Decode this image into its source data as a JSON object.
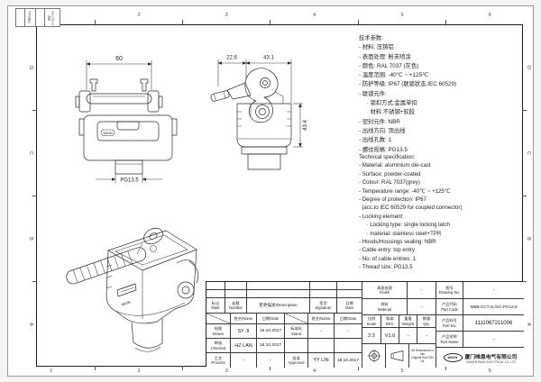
{
  "sheet": {
    "grid_columns": [
      "1",
      "2",
      "3",
      "4",
      "5",
      "6"
    ],
    "grid_rows": [
      "D",
      "C",
      "B",
      "A"
    ],
    "corner_block": {
      "date_label": "日期/Date",
      "code_label": "图号\nDrwg.Code"
    }
  },
  "views": {
    "front": {
      "dim_width": "60",
      "dim_thread": "PG13.5",
      "logo": "WAIN"
    },
    "side": {
      "dim_left": "22.6",
      "dim_right": "43.1",
      "dim_height": "43.4"
    },
    "iso": {
      "logo": "WAIN"
    }
  },
  "specs": {
    "cn": [
      "技术参数:",
      "- 材料: 压铸铝",
      "- 表面处理: 粉末喷涂",
      "- 颜色: RAL 7037 (灰色)",
      "- 温度范围: -40℃ ~ +125℃",
      "- 防护等级: IP67 (联锁状态,IEC 60529)",
      "- 联锁元件:",
      "     · 锁扣方式:金属单扣",
      "     · 材料:不锈钢+软胶",
      "- 密封元件: NBR",
      "- 出线方向: 顶出线",
      "- 出线孔数: 1",
      "- 螺纹规格: PG13.5"
    ],
    "en": [
      "Technical specification:",
      "- Material: aluminium die-cast",
      "- Surface: powder-coated",
      "- Colour: RAL 7037(grey)",
      "- Temperature range: -40℃ ~ +125℃",
      "- Degree of protection: IP67",
      "  (acc.to IEC 60529 for coupled connector)",
      "- Locking element:",
      "     · Locking type: single locking latch",
      "     · material: stainless steel+TPR",
      "- Hoods/Housings sealing: NBR",
      "- Cable entry: top entry",
      "- No. of cable entries: 1",
      "- Thread size: PG13.5"
    ]
  },
  "titleblock": {
    "rev_table": {
      "mark": "标记\nMark",
      "number": "处数\nNumber",
      "description": "变更描述/Description",
      "signature": "签字\nSignature",
      "date": "日期\nDate"
    },
    "sub": {
      "name": "姓名/Name",
      "date": "日期/Date"
    },
    "rows": {
      "drawn": {
        "label": "绘图\nDrawn",
        "name": "SY JI",
        "date": "18.10.2017"
      },
      "checked": {
        "label": "审核\nChecked",
        "name": "HZ LAN",
        "date": "18.10.2017"
      },
      "process": {
        "label": "工艺\nProcess",
        "name": "-",
        "date": "-"
      },
      "stand": {
        "label": "标准化\nStand",
        "name": "-",
        "date": "-"
      },
      "approved": {
        "label": "批准\nApproved",
        "name": "YY LIN",
        "date": "18.10.2017"
      }
    },
    "info": {
      "finish": {
        "label": "表面处理\nFinish",
        "value": "-"
      },
      "material": {
        "label": "材料\nMaterial",
        "value": "-"
      },
      "scale": {
        "label": "比例\nScale",
        "value": "2:3"
      },
      "revision": {
        "label": "版本\nREV.",
        "value": "V1.0"
      },
      "weight": {
        "label": "重量\nWeight",
        "value": "-"
      },
      "qty": {
        "label": "数量\nQty.",
        "value": "-"
      },
      "drawing_no": {
        "label": "图号\nDrawing No.",
        "value": "-"
      },
      "part_code": {
        "label": "产品代码\nPart Code",
        "value": "W6B-CCT-1L/SC-PG13.5"
      },
      "part_no": {
        "label": "产品料号\nPart No.",
        "value": "1111067211006"
      },
      "part_name": {
        "label": "产品名称\nPart Name",
        "value": "-"
      }
    },
    "note": "All Dimensions in mm\nOriginal Size DIN A4",
    "company": {
      "logo": "WAIN",
      "name_cn": "厦门唯恩电气有限公司",
      "name_en": "XIAMEN WAIN ELECTRICAL CO.,LTD"
    }
  }
}
